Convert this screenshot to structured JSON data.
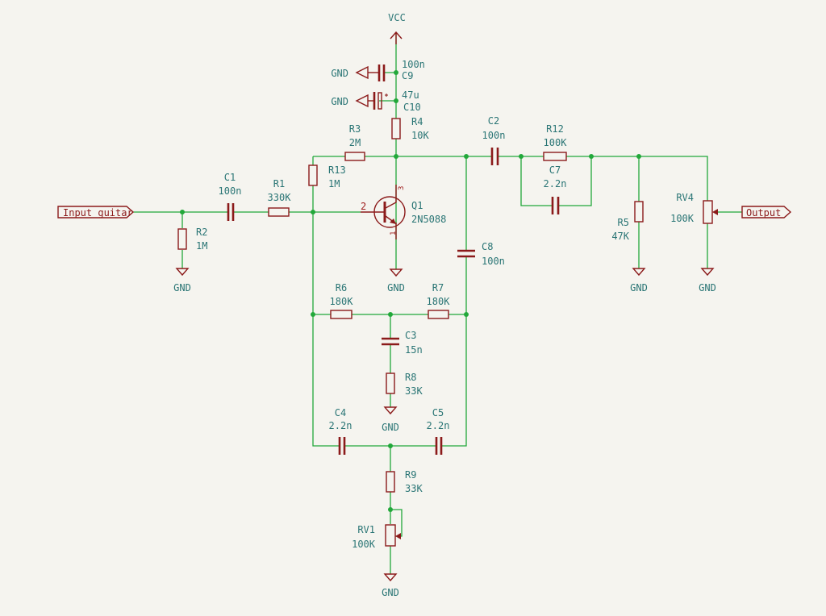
{
  "power": {
    "vcc": "VCC",
    "gnd": "GND"
  },
  "ports": {
    "input": "Input guitar",
    "output": "Output"
  },
  "components": {
    "C1": {
      "ref": "C1",
      "value": "100n"
    },
    "C2": {
      "ref": "C2",
      "value": "100n"
    },
    "C3": {
      "ref": "C3",
      "value": "15n"
    },
    "C4": {
      "ref": "C4",
      "value": "2.2n"
    },
    "C5": {
      "ref": "C5",
      "value": "2.2n"
    },
    "C7": {
      "ref": "C7",
      "value": "2.2n"
    },
    "C8": {
      "ref": "C8",
      "value": "100n"
    },
    "C9": {
      "ref": "C9",
      "value": "100n"
    },
    "C10": {
      "ref": "C10",
      "value": "47u"
    },
    "R1": {
      "ref": "R1",
      "value": "330K"
    },
    "R2": {
      "ref": "R2",
      "value": "1M"
    },
    "R3": {
      "ref": "R3",
      "value": "2M"
    },
    "R4": {
      "ref": "R4",
      "value": "10K"
    },
    "R5": {
      "ref": "R5",
      "value": "47K"
    },
    "R6": {
      "ref": "R6",
      "value": "180K"
    },
    "R7": {
      "ref": "R7",
      "value": "180K"
    },
    "R8": {
      "ref": "R8",
      "value": "33K"
    },
    "R9": {
      "ref": "R9",
      "value": "33K"
    },
    "R12": {
      "ref": "R12",
      "value": "100K"
    },
    "R13": {
      "ref": "R13",
      "value": "1M"
    },
    "RV1": {
      "ref": "RV1",
      "value": "100K"
    },
    "RV4": {
      "ref": "RV4",
      "value": "100K"
    },
    "Q1": {
      "ref": "Q1",
      "value": "2N5088",
      "pin_base": "2",
      "pin_collector": "3",
      "pin_emitter": "1"
    }
  },
  "colors": {
    "wire": "#22a83a",
    "component": "#8b1a1a",
    "text": "#2a7575",
    "background": "#f5f4ef"
  }
}
